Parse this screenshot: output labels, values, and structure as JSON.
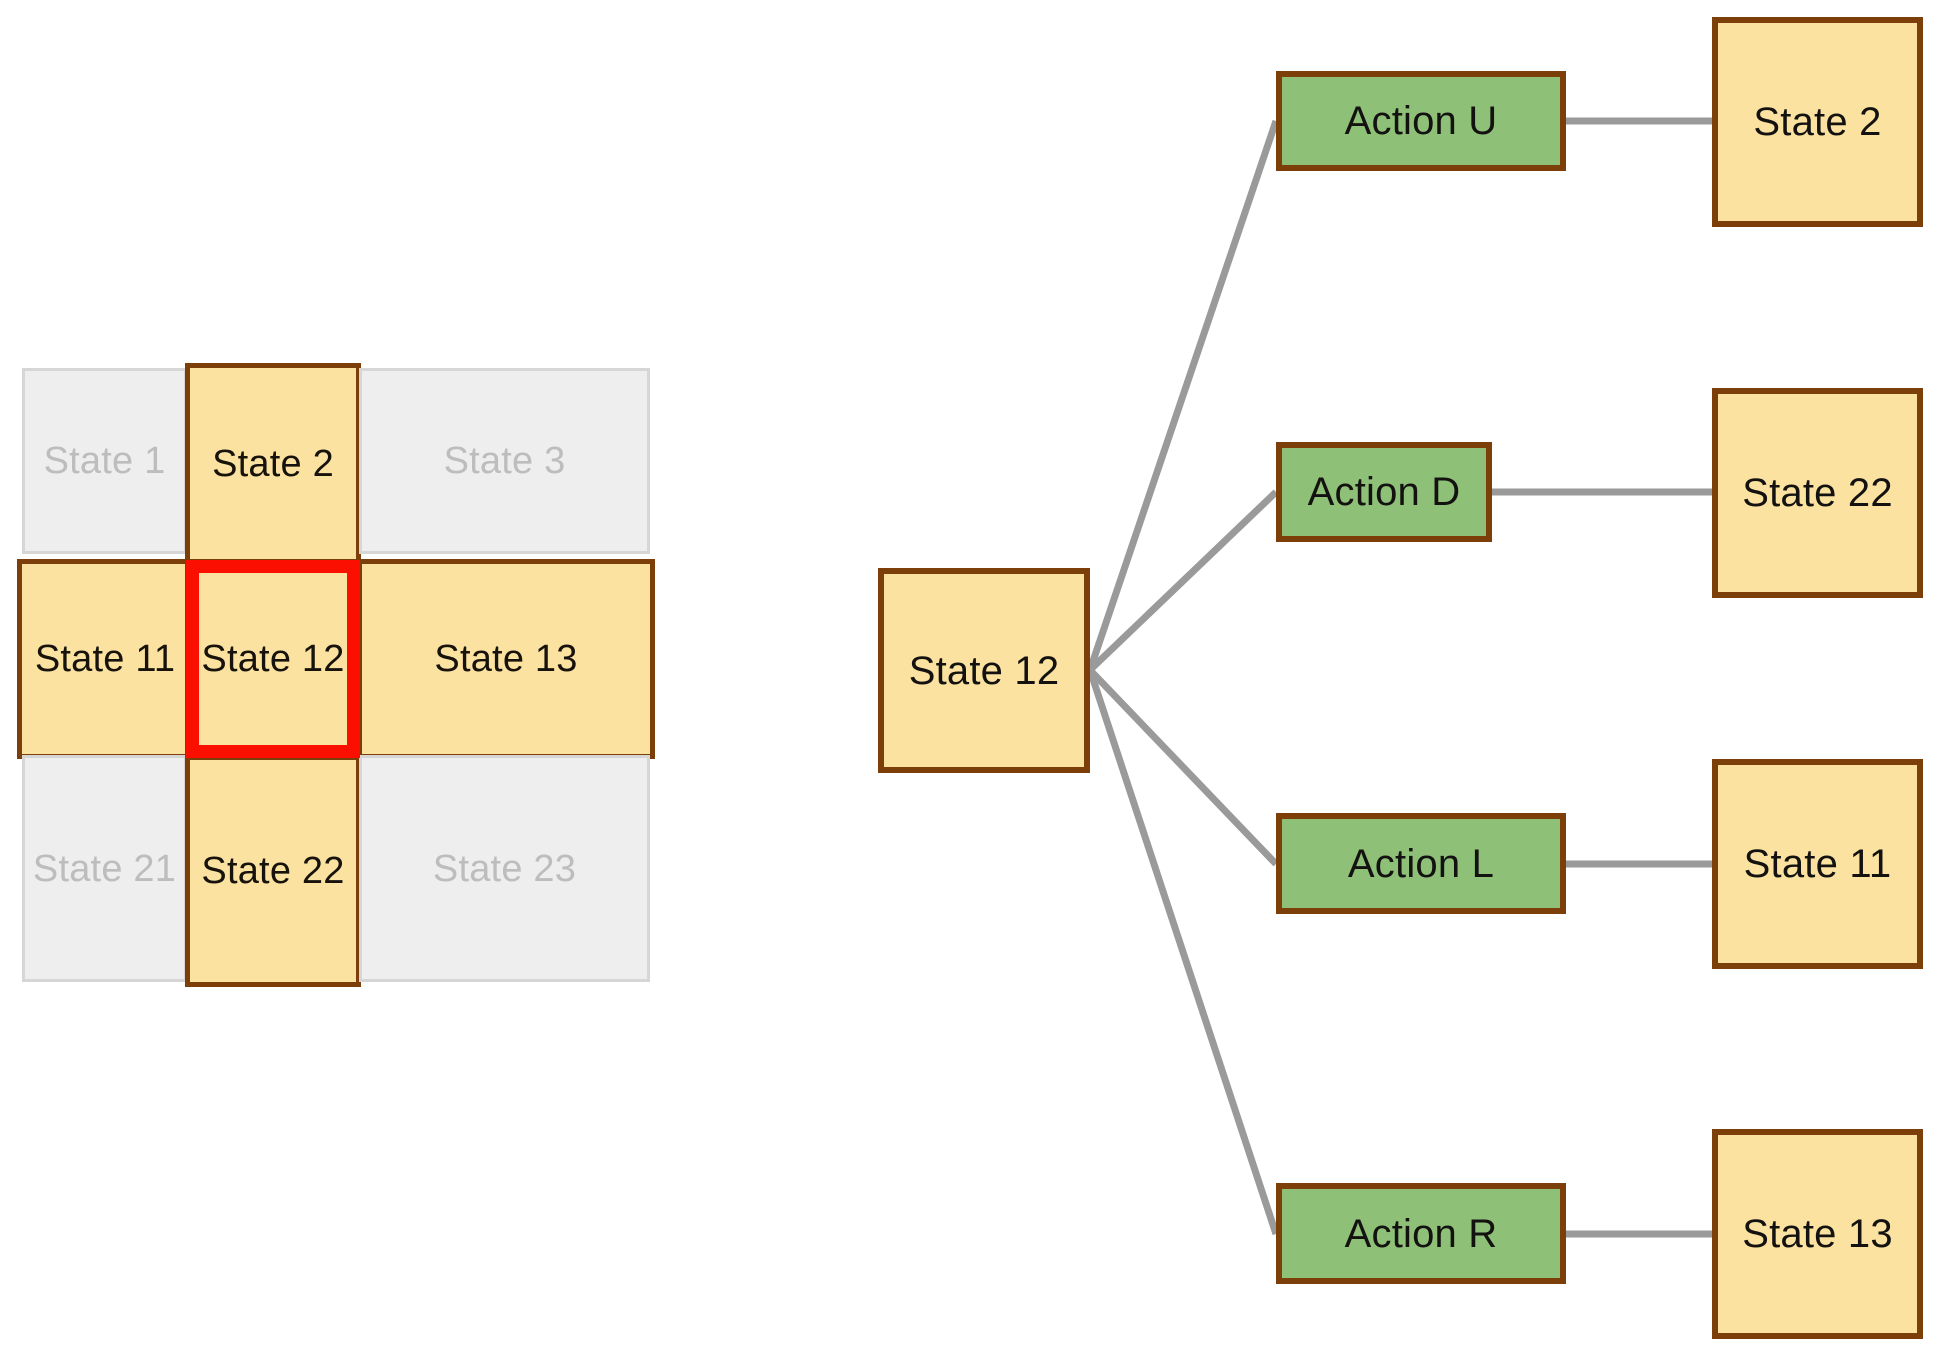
{
  "diagram": {
    "type": "state-action-transition-diagram",
    "title": "",
    "colors": {
      "state_fill": "#fbe2a0",
      "action_fill": "#8fc078",
      "node_border": "#7c3f09",
      "inactive_fill": "#eeeeee",
      "inactive_border": "#d6d6d6",
      "inactive_text": "#bdbdbd",
      "agent_highlight": "#fa0f00",
      "edge_line": "#9a9a9a",
      "background": "#ffffff"
    }
  },
  "gridworld": {
    "name": "gridworld-panel",
    "rows": 3,
    "cols": 3,
    "cells": [
      {
        "id": "state-1",
        "label": "State 1",
        "row": 0,
        "col": 0,
        "state": "inactive"
      },
      {
        "id": "state-2",
        "label": "State 2",
        "row": 0,
        "col": 1,
        "state": "active"
      },
      {
        "id": "state-3",
        "label": "State 3",
        "row": 0,
        "col": 2,
        "state": "inactive"
      },
      {
        "id": "state-11",
        "label": "State 11",
        "row": 1,
        "col": 0,
        "state": "active"
      },
      {
        "id": "state-12",
        "label": "State 12",
        "row": 1,
        "col": 1,
        "state": "current"
      },
      {
        "id": "state-13",
        "label": "State 13",
        "row": 1,
        "col": 2,
        "state": "active"
      },
      {
        "id": "state-21",
        "label": "State 21",
        "row": 2,
        "col": 0,
        "state": "inactive"
      },
      {
        "id": "state-22",
        "label": "State 22",
        "row": 2,
        "col": 1,
        "state": "active"
      },
      {
        "id": "state-23",
        "label": "State 23",
        "row": 2,
        "col": 2,
        "state": "inactive"
      }
    ],
    "highlighted_cell": "state-12"
  },
  "transition": {
    "name": "transition-panel",
    "source_state": {
      "id": "src-state-12",
      "label": "State 12"
    },
    "branches": [
      {
        "action": {
          "id": "action-u",
          "label": "Action U"
        },
        "result": {
          "id": "result-state-2",
          "label": "State 2"
        }
      },
      {
        "action": {
          "id": "action-d",
          "label": "Action D"
        },
        "result": {
          "id": "result-state-22",
          "label": "State 22"
        }
      },
      {
        "action": {
          "id": "action-l",
          "label": "Action L"
        },
        "result": {
          "id": "result-state-11",
          "label": "State 11"
        }
      },
      {
        "action": {
          "id": "action-r",
          "label": "Action R"
        },
        "result": {
          "id": "result-state-13",
          "label": "State 13"
        }
      }
    ]
  }
}
